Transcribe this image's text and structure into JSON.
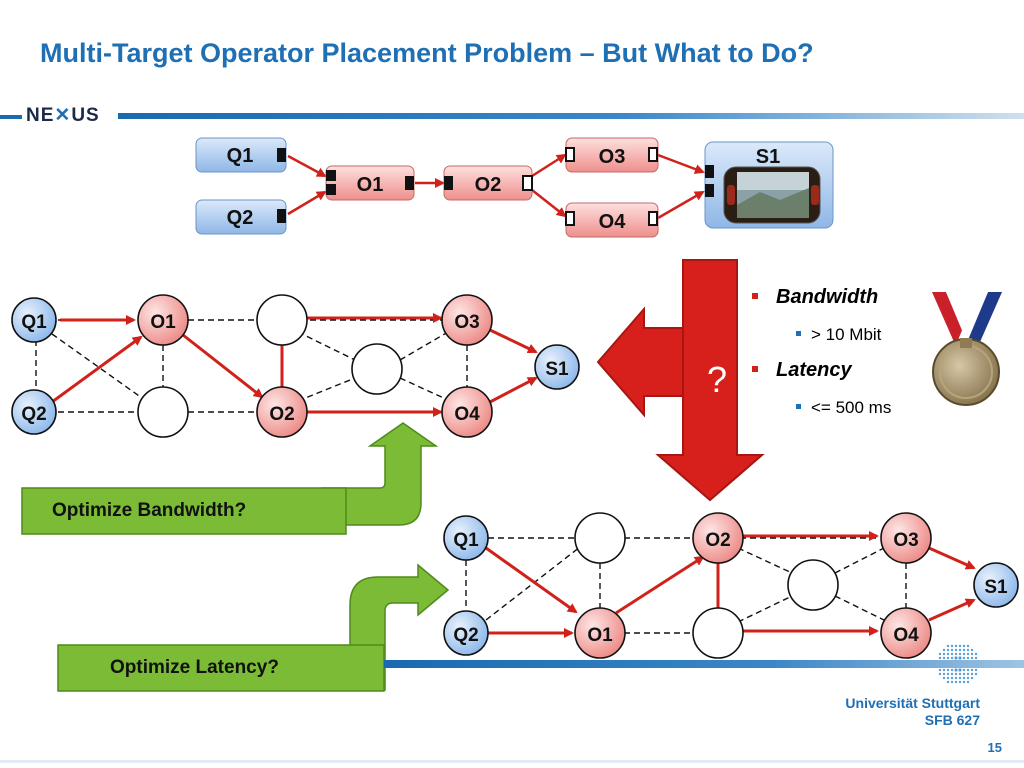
{
  "slide": {
    "title": "Multi-Target Operator Placement Problem – But What to Do?",
    "logo_text": "NEXUS",
    "university": "Universität Stuttgart",
    "project": "SFB 627",
    "page_number": "15"
  },
  "operator_graph": {
    "queries": [
      "Q1",
      "Q2"
    ],
    "operators": [
      "O1",
      "O2",
      "O3",
      "O4"
    ],
    "sink": "S1"
  },
  "criteria": {
    "items": [
      {
        "name": "Bandwidth",
        "value": "> 10 Mbit"
      },
      {
        "name": "Latency",
        "value": "<= 500 ms"
      }
    ],
    "question_mark": "?"
  },
  "options": {
    "bandwidth_label": "Optimize Bandwidth?",
    "latency_label": "Optimize Latency?"
  },
  "network_top": {
    "nodes": {
      "q1": "Q1",
      "q2": "Q2",
      "o1": "O1",
      "o2": "O2",
      "o3": "O3",
      "o4": "O4",
      "s1": "S1"
    }
  },
  "network_bottom": {
    "nodes": {
      "q1": "Q1",
      "q2": "Q2",
      "o1": "O1",
      "o2": "O2",
      "o3": "O3",
      "o4": "O4",
      "s1": "S1"
    }
  },
  "colors": {
    "title_blue": "#1f6fb4",
    "arrow_red": "#d0221a",
    "operator_fill": "#f2a6a4",
    "query_fill": "#a9c9ee",
    "green_arrow": "#78b832"
  }
}
